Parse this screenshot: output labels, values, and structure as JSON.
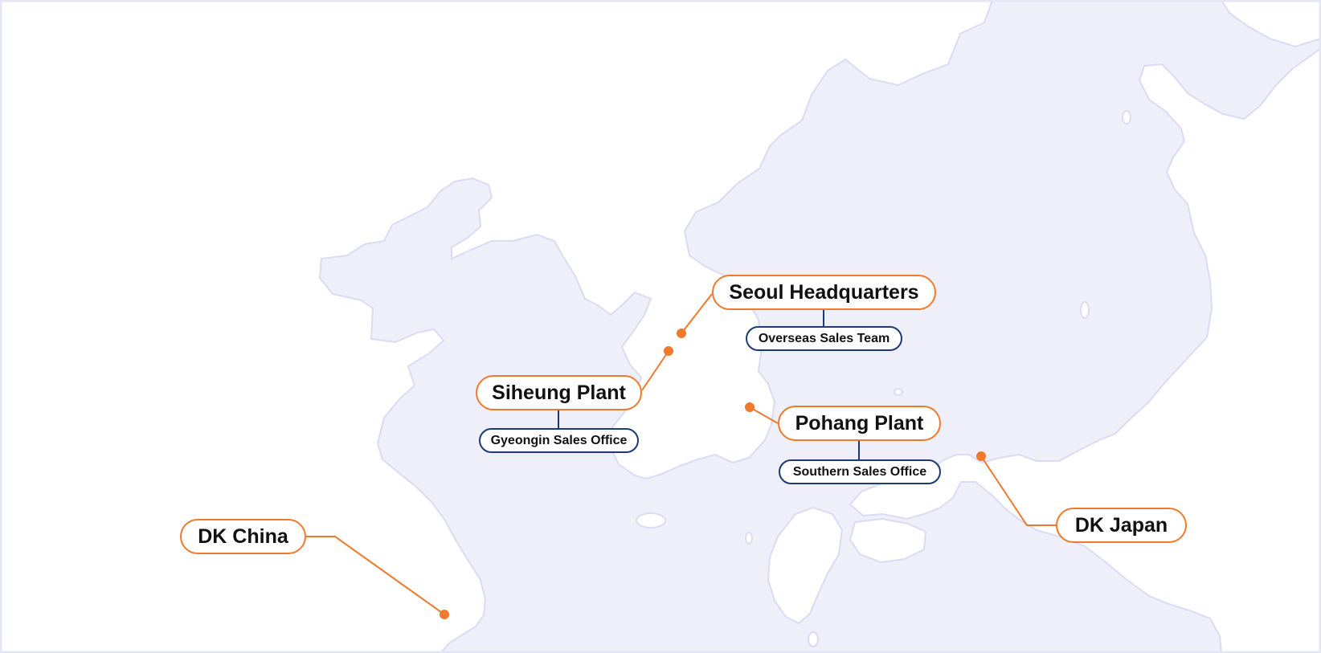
{
  "map": {
    "colors": {
      "sea": "#efeffa",
      "land": "#ffffff",
      "coastline": "#d9dcf2",
      "frame": "#e4e6f6",
      "marker": "#ef7a2b",
      "connector_main": "#ef7a2b",
      "connector_sub": "#1d3a78"
    }
  },
  "locations": {
    "seoul": {
      "name": "Seoul Headquarters",
      "office": "Overseas Sales Team"
    },
    "siheung": {
      "name": "Siheung Plant",
      "office": "Gyeongin Sales Office"
    },
    "pohang": {
      "name": "Pohang Plant",
      "office": "Southern Sales Office"
    },
    "china": {
      "name": "DK China"
    },
    "japan": {
      "name": "DK Japan"
    }
  }
}
